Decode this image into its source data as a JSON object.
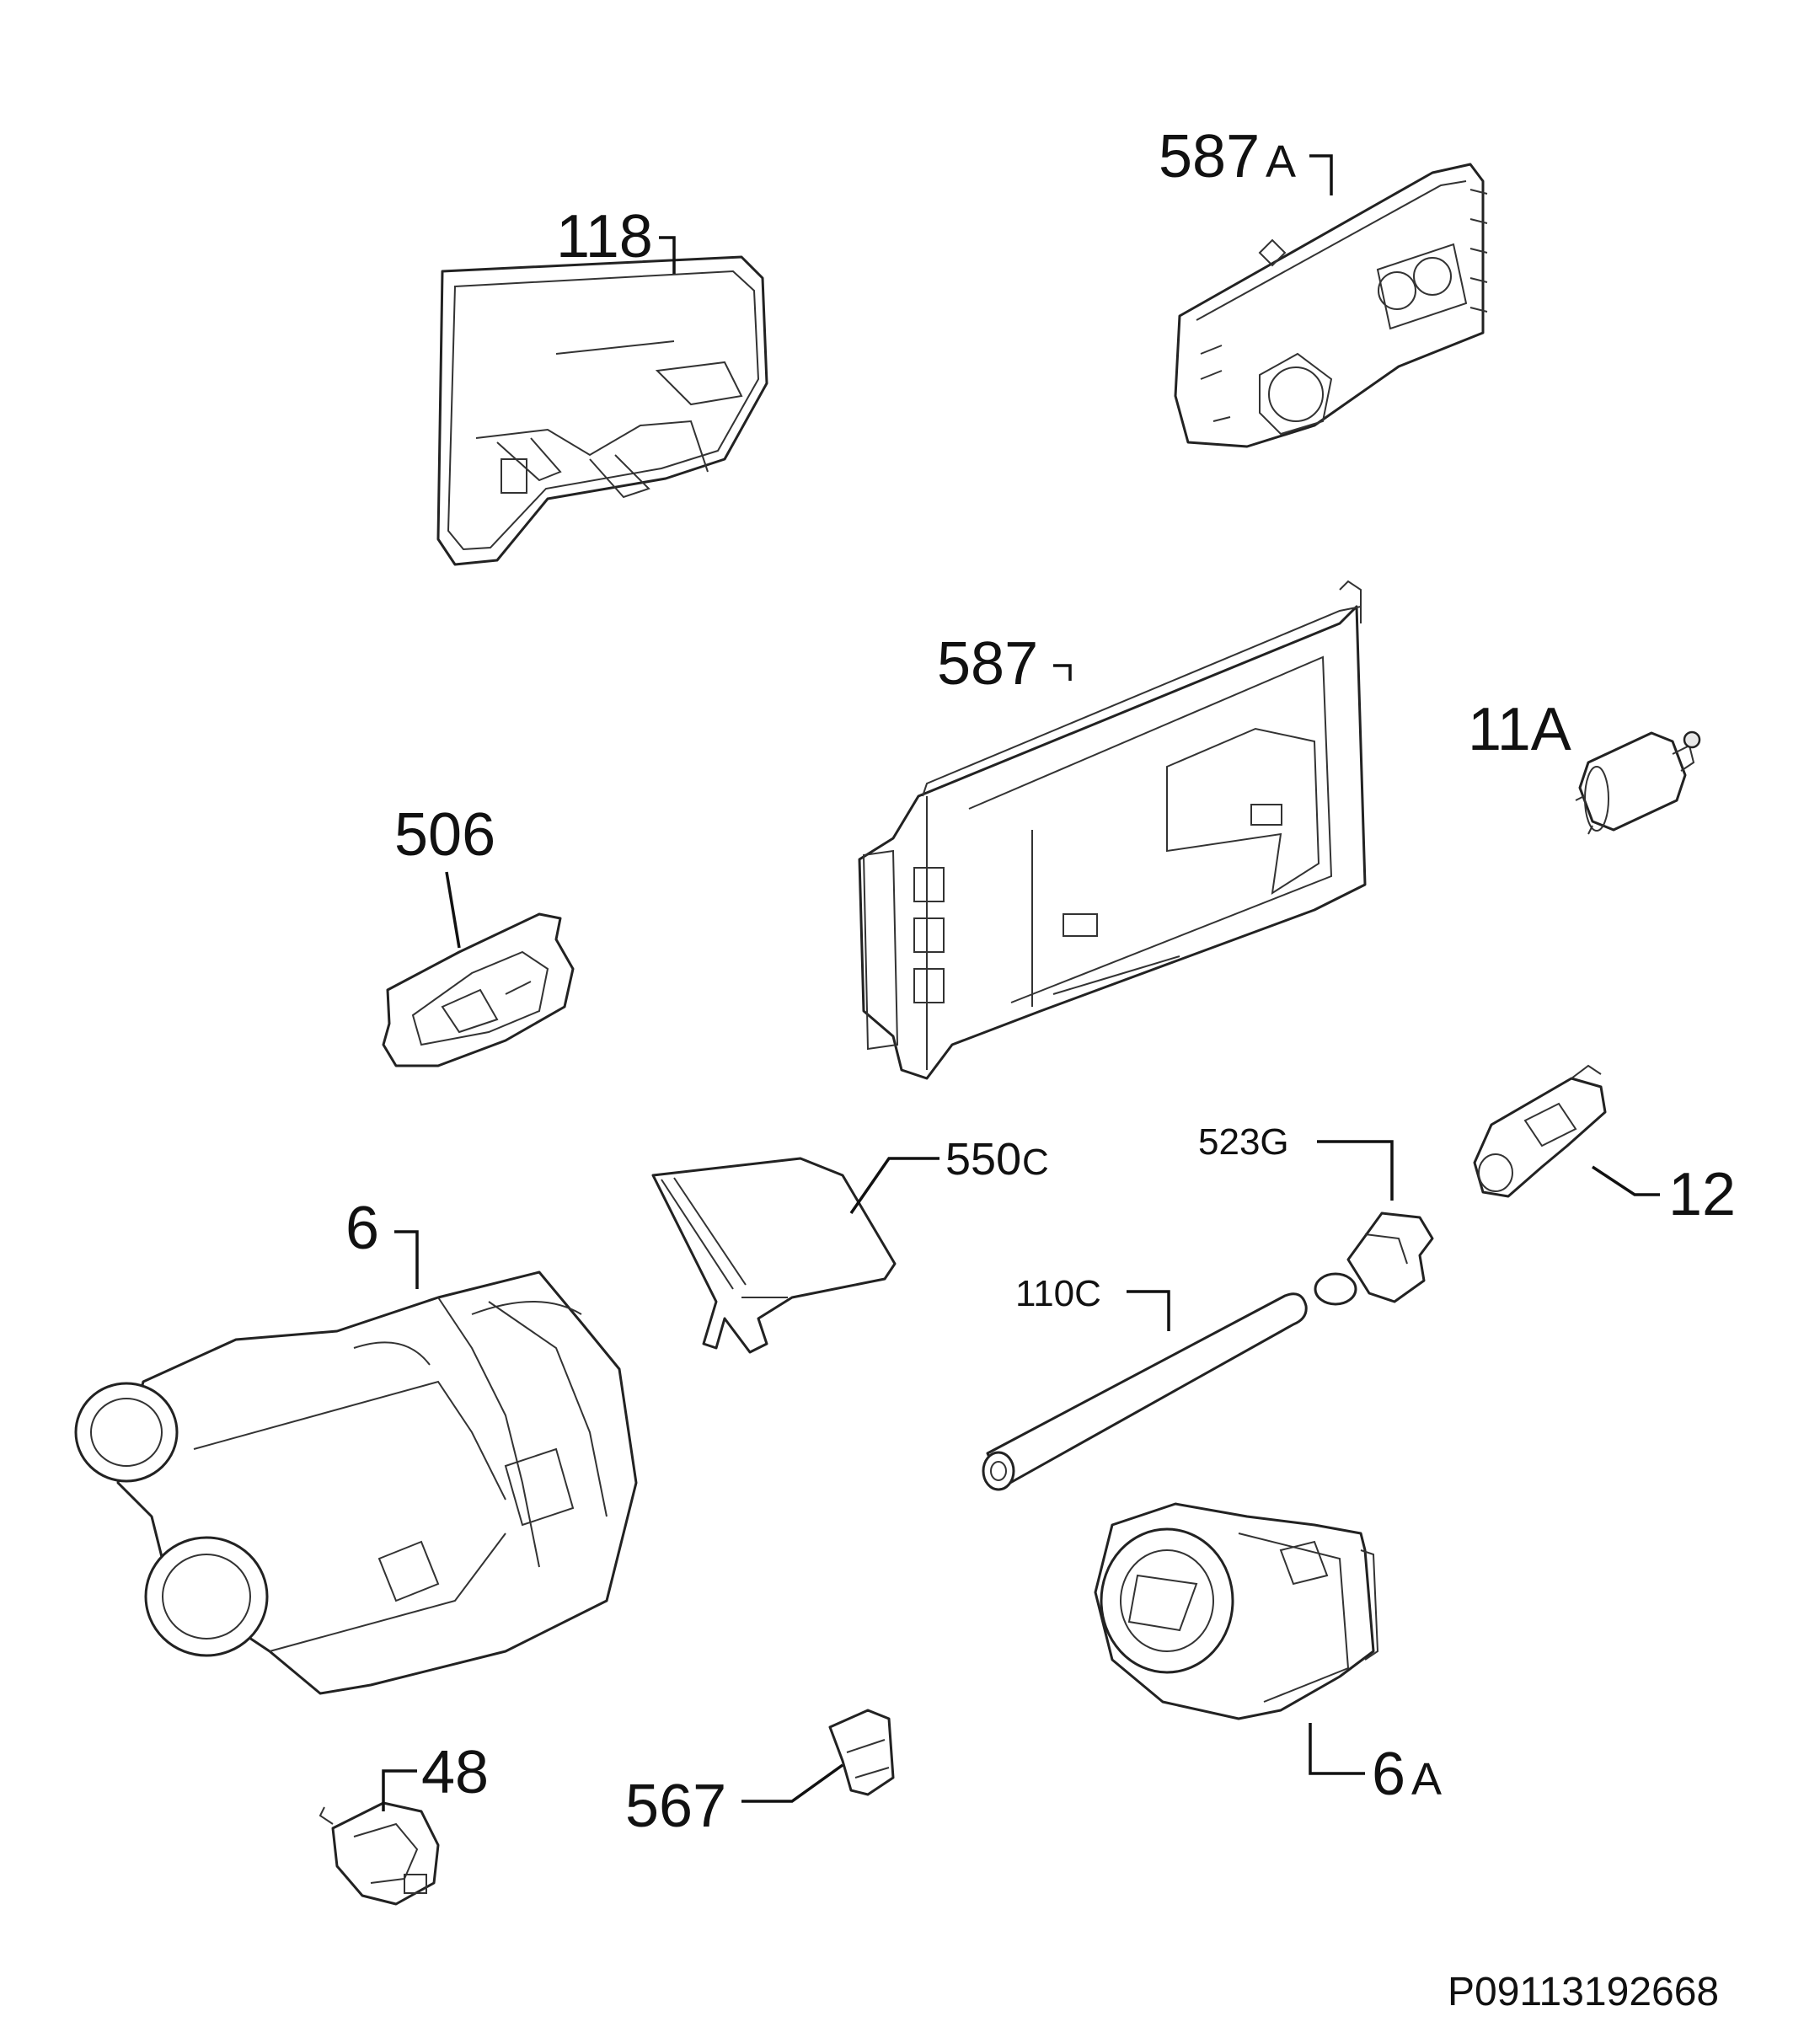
{
  "labels": {
    "l118": "118",
    "l587a_num": "587",
    "l587a_suf": "A",
    "l587": "587",
    "l11a": "11A",
    "l506": "506",
    "l550c_num": "550",
    "l550c_suf": "C",
    "l523g": "523G",
    "l12": "12",
    "l6": "6",
    "l110c": "110C",
    "l48": "48",
    "l567": "567",
    "l6a_num": "6",
    "l6a_suf": "A"
  },
  "footer": {
    "reference": "P09113192668"
  }
}
